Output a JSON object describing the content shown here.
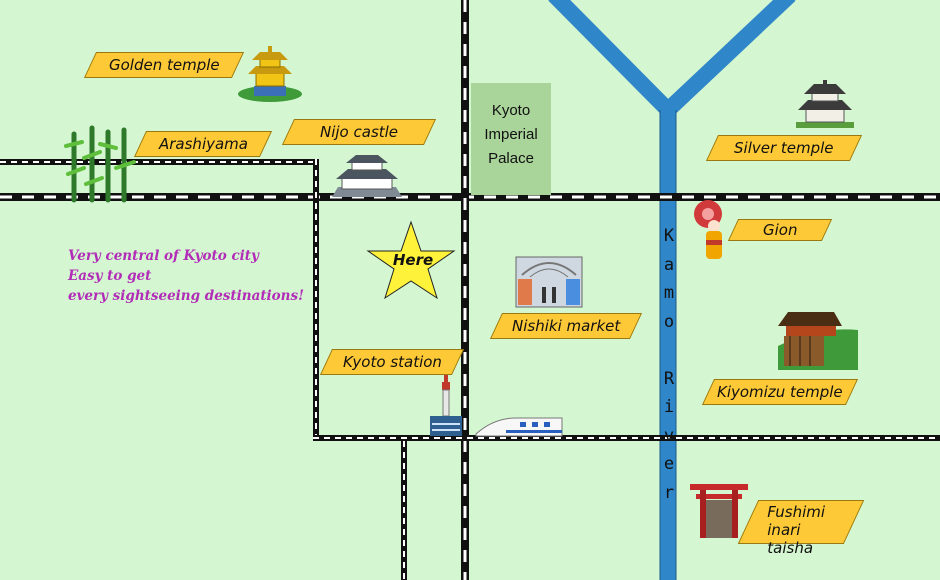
{
  "map": {
    "colors": {
      "background": "#d4f7d2",
      "river": "#2f86c8",
      "label_fill": "#fdc937",
      "intro_text": "#b22cb8",
      "star": "#fff23a",
      "railway": "#111111",
      "imperial_palace_fill": "#a9d49a"
    },
    "intro_lines": [
      "Very central of Kyoto city",
      "Easy to get",
      "every sightseeing  destinations!"
    ],
    "here_marker": {
      "label": "Here",
      "icon": "star-icon"
    },
    "imperial_palace_label": "Kyoto\nImperial\nPalace",
    "river_label": "K\na\nm\no\n\nR\ni\nv\ne\nr",
    "places": {
      "golden_temple": {
        "label": "Golden temple",
        "icon": "golden-pavilion-icon"
      },
      "arashiyama": {
        "label": "Arashiyama",
        "icon": "bamboo-icon"
      },
      "nijo_castle": {
        "label": "Nijo castle",
        "icon": "castle-icon"
      },
      "silver_temple": {
        "label": "Silver temple",
        "icon": "silver-pavilion-icon"
      },
      "gion": {
        "label": "Gion",
        "icon": "geisha-icon"
      },
      "nishiki_market": {
        "label": "Nishiki  market",
        "icon": "market-arcade-icon"
      },
      "kyoto_station": {
        "label": "Kyoto station",
        "icon": "kyoto-tower-icon"
      },
      "kiyomizu_temple": {
        "label": "Kiyomizu temple",
        "icon": "kiyomizu-temple-icon"
      },
      "fushimi_inari": {
        "label": "Fushimi inari\ntaisha",
        "icon": "torii-gate-icon"
      }
    },
    "train_icon": "shinkansen-icon"
  }
}
